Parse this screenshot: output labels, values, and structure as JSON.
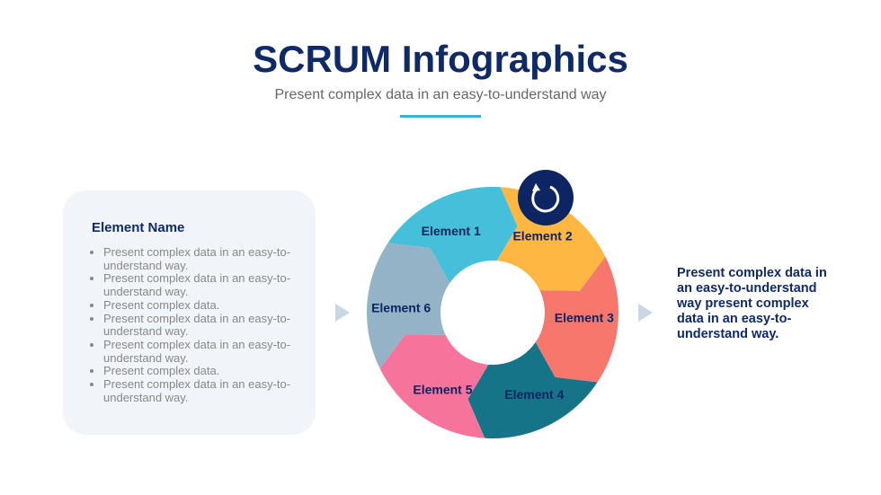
{
  "header": {
    "title": "SCRUM Infographics",
    "subtitle": "Present complex data in an easy-to-understand way"
  },
  "card": {
    "title": "Element Name",
    "items": [
      "Present complex data in an easy-to-understand way.",
      "Present complex data in an easy-to-understand way.",
      "Present complex data.",
      "Present complex data in an easy-to-understand way.",
      "Present complex data in an easy-to-understand way.",
      "Present complex data.",
      "Present complex data in an easy-to-understand way."
    ]
  },
  "cycle": {
    "icon": "refresh-cycle-icon",
    "segments": [
      {
        "label": "Element 1",
        "color": "#45BFDA"
      },
      {
        "label": "Element 2",
        "color": "#FDB742"
      },
      {
        "label": "Element 3",
        "color": "#F7776C"
      },
      {
        "label": "Element 4",
        "color": "#167489"
      },
      {
        "label": "Element 5",
        "color": "#F6739B"
      },
      {
        "label": "Element 6",
        "color": "#94B3C7"
      }
    ],
    "navy": "#0D2562"
  },
  "right_text": "Present complex data in an easy-to-understand way present complex data in an easy-to-understand way."
}
